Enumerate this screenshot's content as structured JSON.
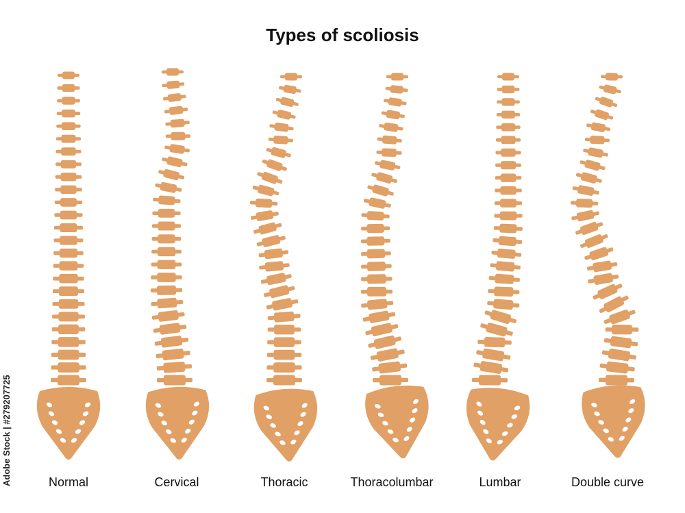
{
  "title": "Types of scoliosis",
  "colors": {
    "bone": "#E0A066",
    "hole": "#FFFFFF",
    "text": "#111111"
  },
  "spines": [
    {
      "id": "normal",
      "label": "Normal"
    },
    {
      "id": "cervical",
      "label": "Cervical"
    },
    {
      "id": "thoracic",
      "label": "Thoracic"
    },
    {
      "id": "thoracolumbar",
      "label": "Thoracolumbar"
    },
    {
      "id": "lumbar",
      "label": "Lumbar"
    },
    {
      "id": "double-curve",
      "label": "Double curve"
    }
  ],
  "watermark": "Adobe Stock | #279207725"
}
